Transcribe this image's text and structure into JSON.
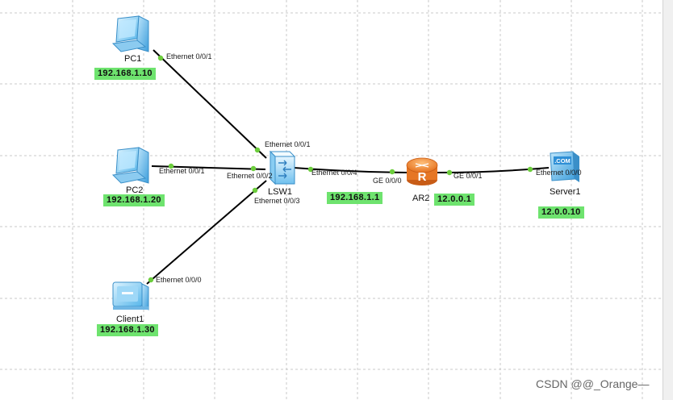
{
  "colors": {
    "ip_background": "#6ee36e",
    "link_line": "#000000",
    "port_dot": "#6ccd3c",
    "grid_line": "#c8c8c8",
    "router_orange": "#f0883a"
  },
  "devices": [
    {
      "id": "pc1",
      "name": "PC1",
      "ip": "192.168.1.10",
      "icon": "pc-icon"
    },
    {
      "id": "pc2",
      "name": "PC2",
      "ip": "192.168.1.20",
      "icon": "pc-icon"
    },
    {
      "id": "client1",
      "name": "Client1",
      "ip": "192.168.1.30",
      "icon": "client-icon"
    },
    {
      "id": "lsw1",
      "name": "LSW1",
      "ip": "192.168.1.1",
      "icon": "switch-icon"
    },
    {
      "id": "ar2",
      "name": "AR2",
      "ip": "12.0.0.1",
      "icon": "router-icon"
    },
    {
      "id": "server1",
      "name": "Server1",
      "ip": "12.0.0.10",
      "icon": "server-icon"
    }
  ],
  "router_letter": "R",
  "server_badge": ".COM",
  "ports": {
    "pc1_eth": "Ethernet 0/0/1",
    "lsw_eth1": "Ethernet 0/0/1",
    "pc2_eth": "Ethernet 0/0/1",
    "lsw_eth2": "Ethernet 0/0/2",
    "lsw_eth4": "Ethernet 0/0/4",
    "lsw_eth3": "Ethernet 0/0/3",
    "client_eth": "Ethernet 0/0/0",
    "ar2_ge0": "GE 0/0/0",
    "ar2_ge1": "GE 0/0/1",
    "server_eth": "Ethernet 0/0/0"
  },
  "links": [
    {
      "from": "pc1",
      "to": "lsw1"
    },
    {
      "from": "pc2",
      "to": "lsw1"
    },
    {
      "from": "client1",
      "to": "lsw1"
    },
    {
      "from": "lsw1",
      "to": "ar2"
    },
    {
      "from": "ar2",
      "to": "server1"
    }
  ],
  "watermark": "CSDN @@_Orange—"
}
